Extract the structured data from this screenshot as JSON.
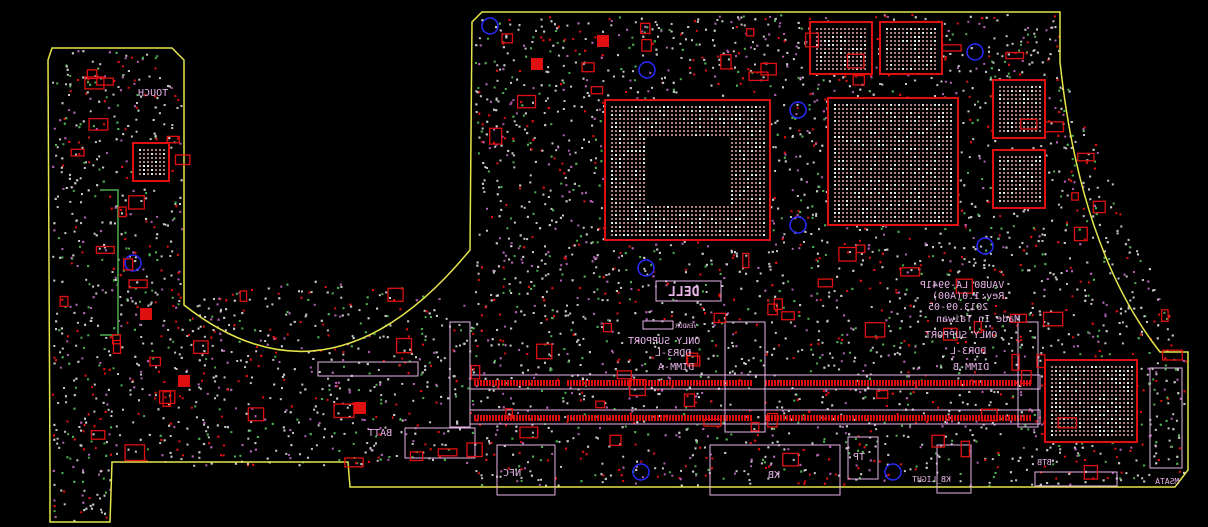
{
  "board": {
    "model_line1": "VAUB0 LA-9941P",
    "model_line2": "Rev:1.0(A00)",
    "model_line3": "2013.09-05",
    "model_line4": "Made In Taiwan",
    "vendor_label": "VENDOR",
    "logo_text": "DELL"
  },
  "dimm_a": {
    "support": "ONLY SUPPORT",
    "type": "DDR3-L",
    "name": "DIMM-A"
  },
  "dimm_b": {
    "support": "ONLY SUPPORT",
    "type": "DDR3-L",
    "name": "DIMM-B"
  },
  "connectors": {
    "touch": "TOUCH",
    "batt": "BATT",
    "nfc": "NFC",
    "kb": "KB",
    "tp": "TP",
    "kb_light": "KB_LIGHT",
    "btb": "BTB",
    "msata": "MSATA"
  },
  "colors": {
    "outline": "#e6e64a",
    "silk": "#e8b4e8",
    "pad": "#e01010",
    "via": "#c8c8c8",
    "hole": "#2a2aff",
    "green": "#4caf50"
  }
}
